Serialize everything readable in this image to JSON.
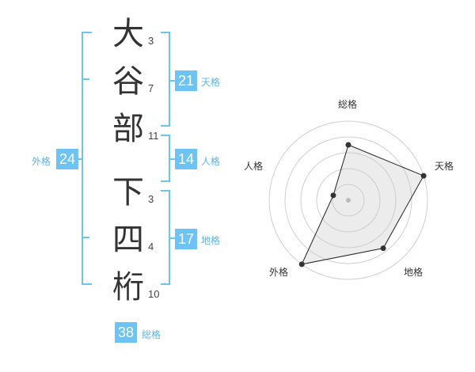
{
  "name": {
    "surname": [
      {
        "char": "大",
        "strokes": "3"
      },
      {
        "char": "谷",
        "strokes": "7"
      },
      {
        "char": "部",
        "strokes": "11"
      }
    ],
    "given": [
      {
        "char": "下",
        "strokes": "3"
      },
      {
        "char": "四",
        "strokes": "4"
      },
      {
        "char": "桁",
        "strokes": "10"
      }
    ]
  },
  "fortunes": {
    "tenkaku": {
      "value": "21",
      "label": "天格"
    },
    "jinkaku": {
      "value": "14",
      "label": "人格"
    },
    "chikaku": {
      "value": "17",
      "label": "地格"
    },
    "gaikaku": {
      "value": "24",
      "label": "外格"
    },
    "soukaku": {
      "value": "38",
      "label": "総格"
    }
  },
  "colors": {
    "accent": "#6ec3f5",
    "text": "#333333"
  },
  "chart_data": {
    "type": "radar",
    "axes": [
      "総格",
      "天格",
      "地格",
      "外格",
      "人格"
    ],
    "values": [
      0.7,
      1.0,
      0.75,
      1.0,
      0.2
    ],
    "rings": 5,
    "max": 1.0,
    "grid": true
  }
}
